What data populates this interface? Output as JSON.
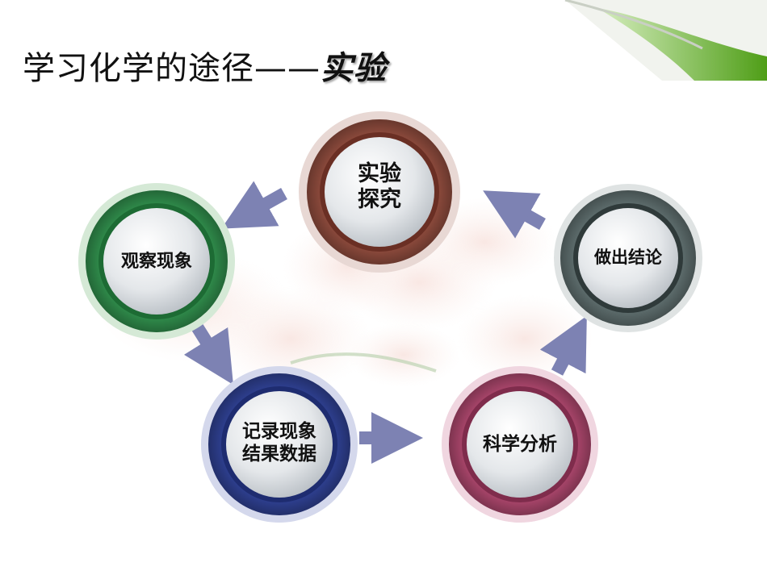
{
  "title": {
    "main": "学习化学的途径——",
    "emphasis": "实验"
  },
  "nodes": {
    "experiment": {
      "line1": "实验",
      "line2": "探究",
      "color": "#8c4a3c"
    },
    "observe": {
      "line1": "观察现象",
      "color": "#2f8a4a"
    },
    "record": {
      "line1": "记录现象",
      "line2": "结果数据",
      "color": "#2e3f8f"
    },
    "analyze": {
      "line1": "科学分析",
      "color": "#a8456a"
    },
    "conclude": {
      "line1": "做出结论",
      "color": "#4a5a5a"
    }
  },
  "accent": {
    "arrow": "#7d82b3",
    "brand_green": "#5cae1f"
  }
}
